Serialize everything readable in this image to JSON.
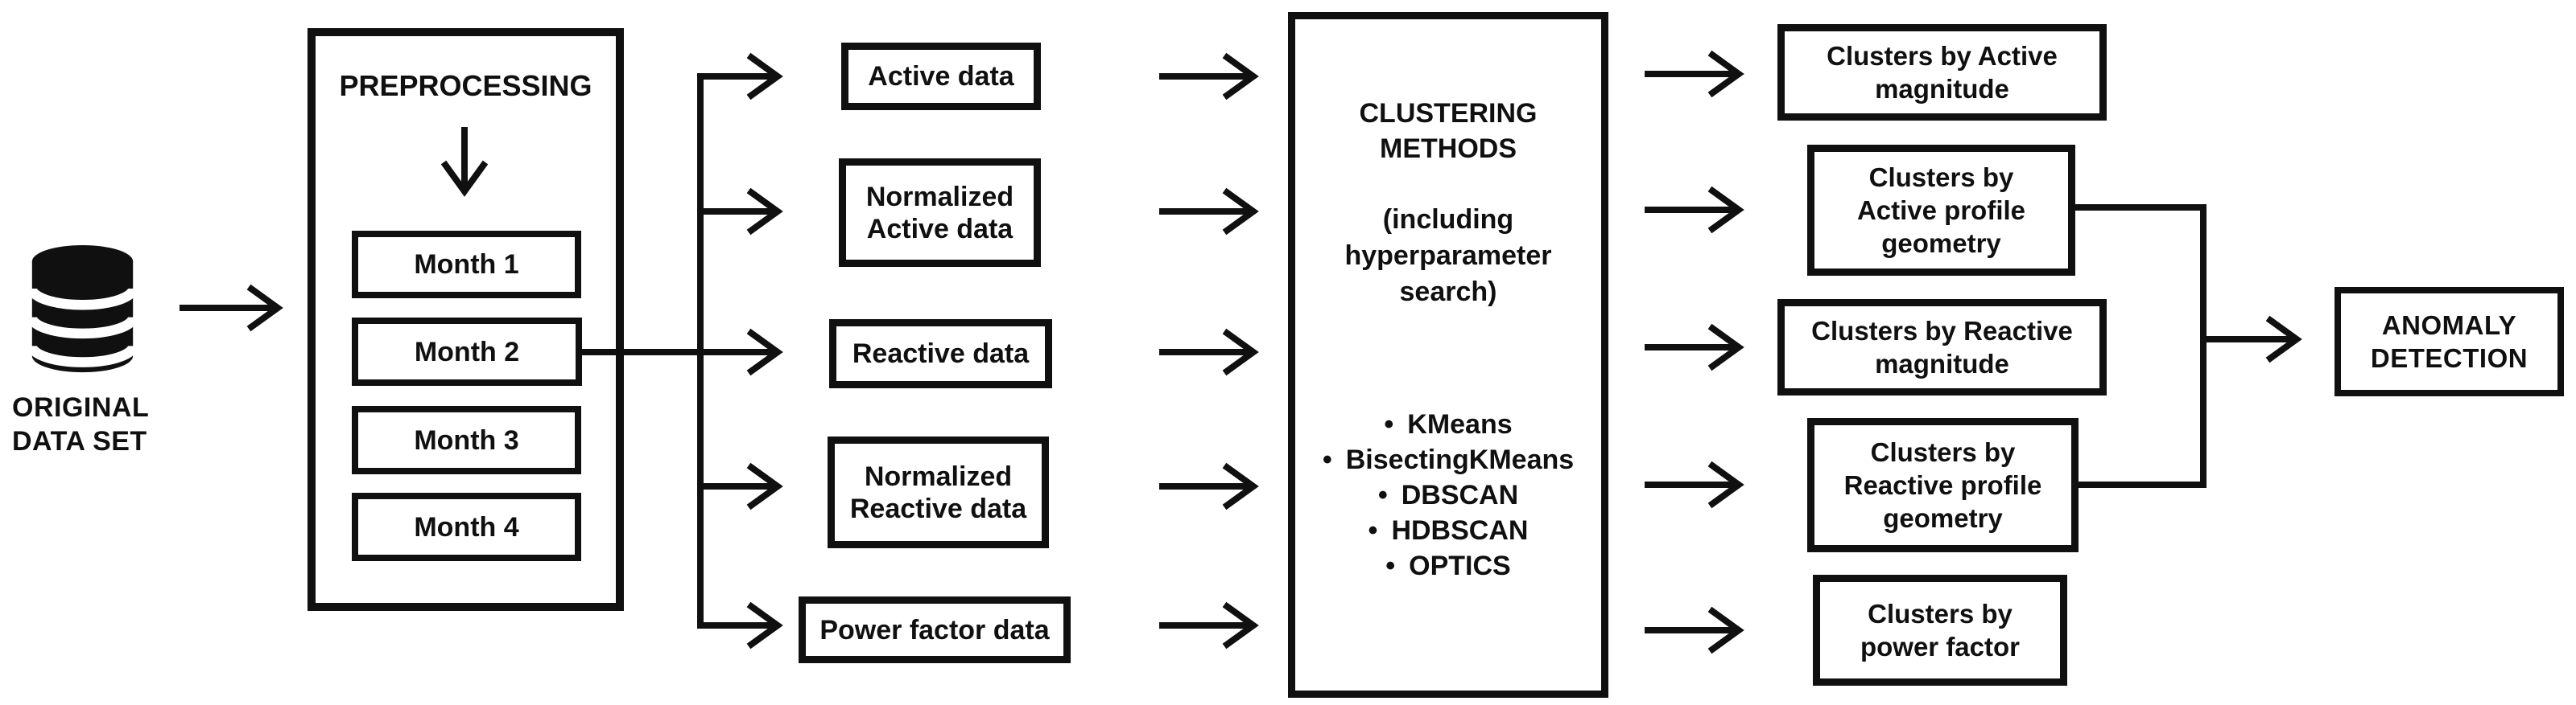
{
  "colors": {
    "ink": "#101010",
    "background": "#ffffff"
  },
  "source": {
    "icon": "database-icon",
    "label": "ORIGINAL DATA SET"
  },
  "preprocessing": {
    "title": "PREPROCESSING",
    "months": [
      "Month 1",
      "Month 2",
      "Month 3",
      "Month 4"
    ]
  },
  "data_streams": [
    "Active data",
    "Normalized Active data",
    "Reactive data",
    "Normalized Reactive data",
    "Power factor data"
  ],
  "clustering": {
    "title": "CLUSTERING METHODS",
    "subtitle": "(including hyperparameter search)",
    "methods": [
      "KMeans",
      "BisectingKMeans",
      "DBSCAN",
      "HDBSCAN",
      "OPTICS"
    ]
  },
  "outputs": [
    "Clusters by Active magnitude",
    "Clusters by Active profile geometry",
    "Clusters by Reactive magnitude",
    "Clusters by Reactive profile geometry",
    "Clusters by power factor"
  ],
  "final": {
    "label": "ANOMALY DETECTION"
  }
}
